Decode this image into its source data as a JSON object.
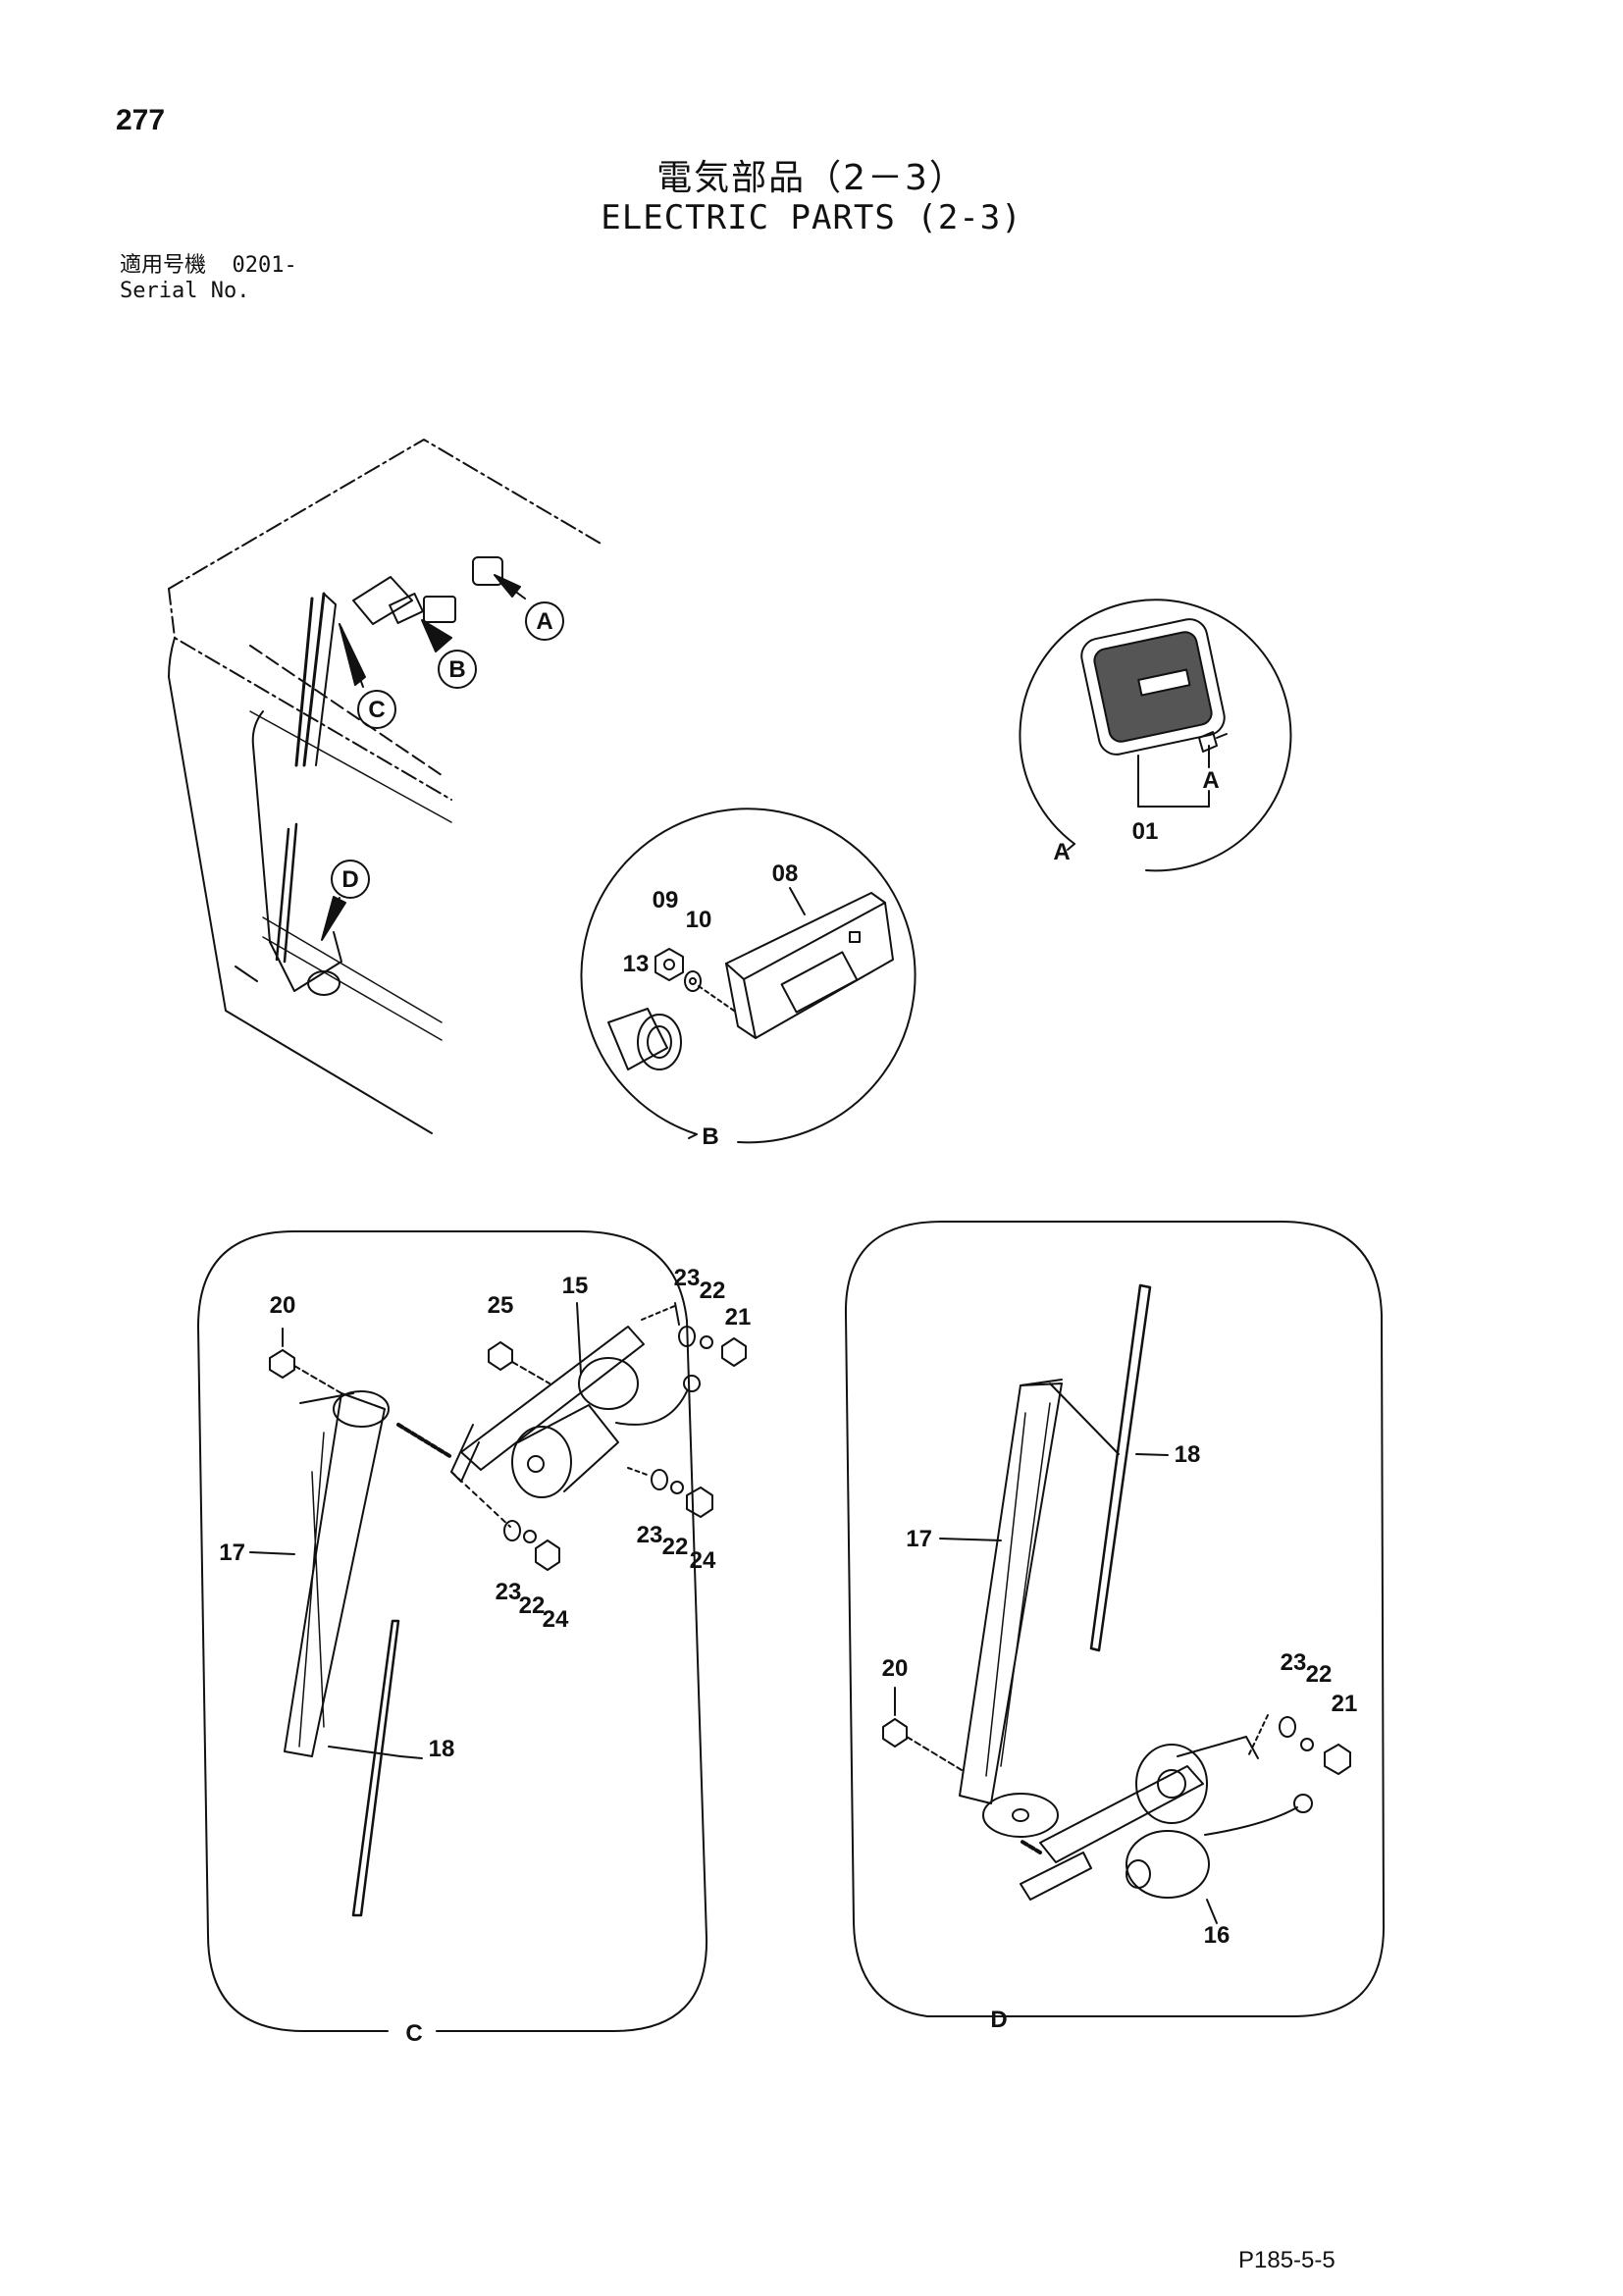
{
  "header": {
    "page_number": "277",
    "title_jp": "電気部品（2－3）",
    "title_en": "ELECTRIC PARTS (2-3)",
    "serial_label_jp": "適用号機",
    "serial_value": "0201-",
    "serial_label_en": "Serial No."
  },
  "callouts": {
    "a": "A",
    "b": "B",
    "c": "C",
    "d": "D"
  },
  "details": {
    "a": {
      "label": "A",
      "parts": [
        "01",
        "A"
      ]
    },
    "b": {
      "label": "B",
      "parts": [
        "08",
        "09",
        "10",
        "13"
      ]
    },
    "c": {
      "label": "C",
      "parts": [
        "20",
        "25",
        "15",
        "23",
        "22",
        "21",
        "17",
        "23",
        "22",
        "24",
        "23",
        "22",
        "24",
        "18"
      ]
    },
    "d": {
      "label": "D",
      "parts": [
        "18",
        "17",
        "20",
        "23",
        "22",
        "21",
        "16"
      ]
    }
  },
  "footer": {
    "doc_code": "P185-5-5"
  }
}
